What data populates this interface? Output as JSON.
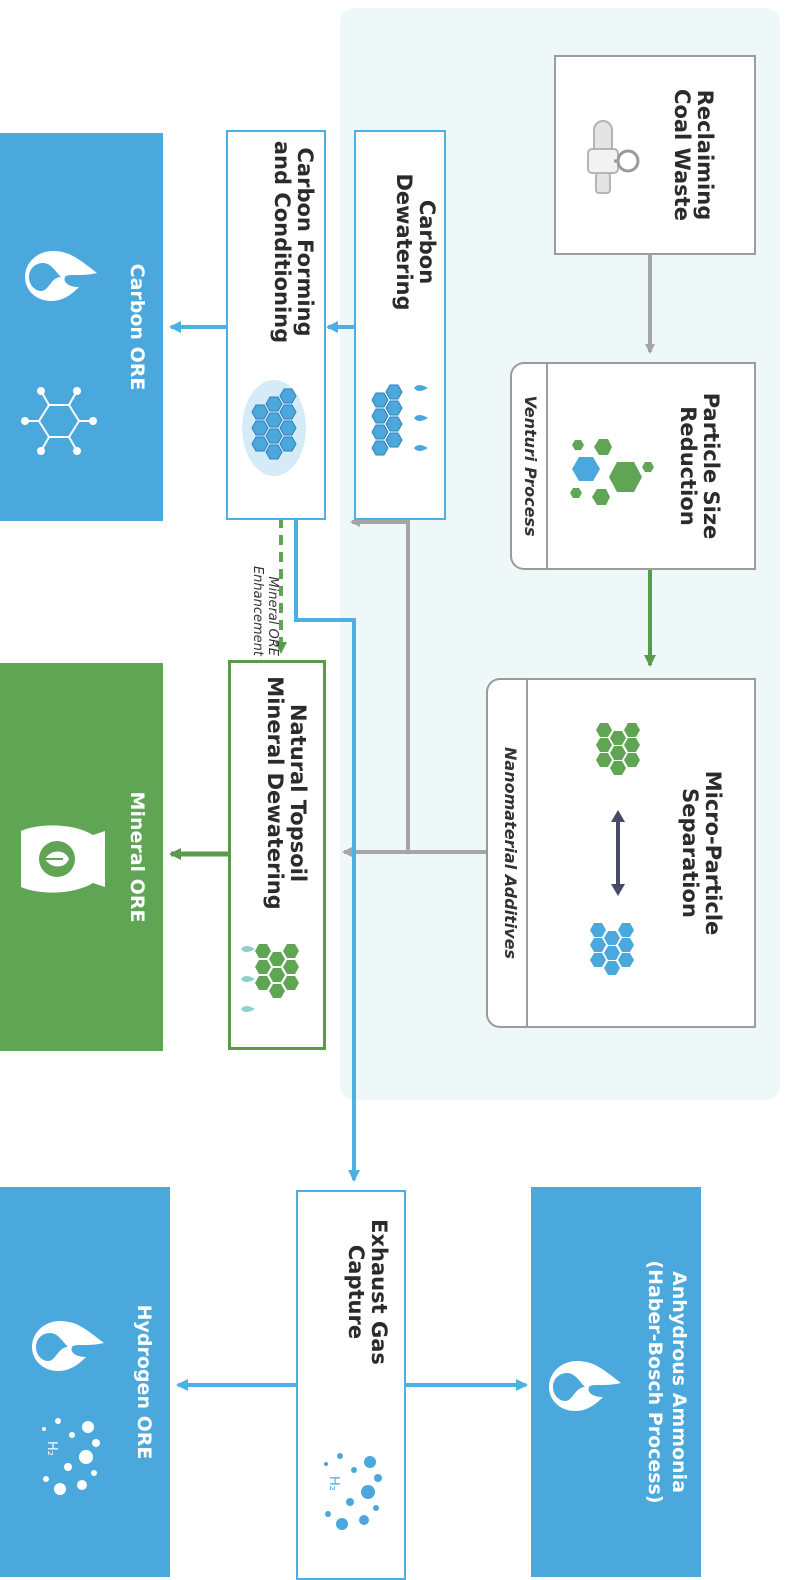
{
  "colors": {
    "gray_arrow": "#a6a6a6",
    "green": "#5a9a4b",
    "blue": "#4db0e4",
    "blue_fill": "#4aa8dc",
    "green_fill": "#5fa553",
    "panel": "#eef8f8"
  },
  "nodes": {
    "reclaiming": {
      "line1": "Reclaiming",
      "line2": "Coal Waste",
      "icon": "valve-pipe-icon"
    },
    "particle": {
      "line1": "Particle Size",
      "line2": "Reduction",
      "tab": "Venturi Process",
      "icon": "hexagon-particles-icon"
    },
    "micro": {
      "line1": "Micro-Particle",
      "line2": "Separation",
      "tab": "Nanomaterial Additives",
      "icon": "separation-arrow-icon"
    },
    "dewatering": {
      "line1": "Carbon",
      "line2": "Dewatering",
      "icon": "water-drop-hex-icon"
    },
    "forming": {
      "line1": "Carbon Forming",
      "line2": "and Conditioning",
      "icon": "hex-cluster-icon"
    },
    "topsoil": {
      "line1": "Natural Topsoil",
      "line2": "Mineral Dewatering",
      "icon": "water-drop-hex-icon"
    },
    "exhaust": {
      "line1": "Exhaust Gas",
      "line2": "Capture",
      "icon": "h2-bubbles-icon"
    }
  },
  "outputs": {
    "carbon": {
      "label": "Carbon ORE",
      "icons": [
        "flame-icon",
        "molecule-icon"
      ]
    },
    "mineral": {
      "label": "Mineral ORE",
      "icons": [
        "fertilizer-bag-icon"
      ]
    },
    "hydrogen": {
      "label": "Hydrogen ORE",
      "icons": [
        "flame-icon",
        "h2-bubbles-icon"
      ]
    },
    "ammonia": {
      "line1": "Anhydrous Ammonia",
      "line2": "(Haber-Bosch Process)",
      "icons": [
        "flame-icon"
      ]
    }
  },
  "edges": {
    "enhancement_label_1": "Mineral ORE",
    "enhancement_label_2": "Enhancement"
  }
}
